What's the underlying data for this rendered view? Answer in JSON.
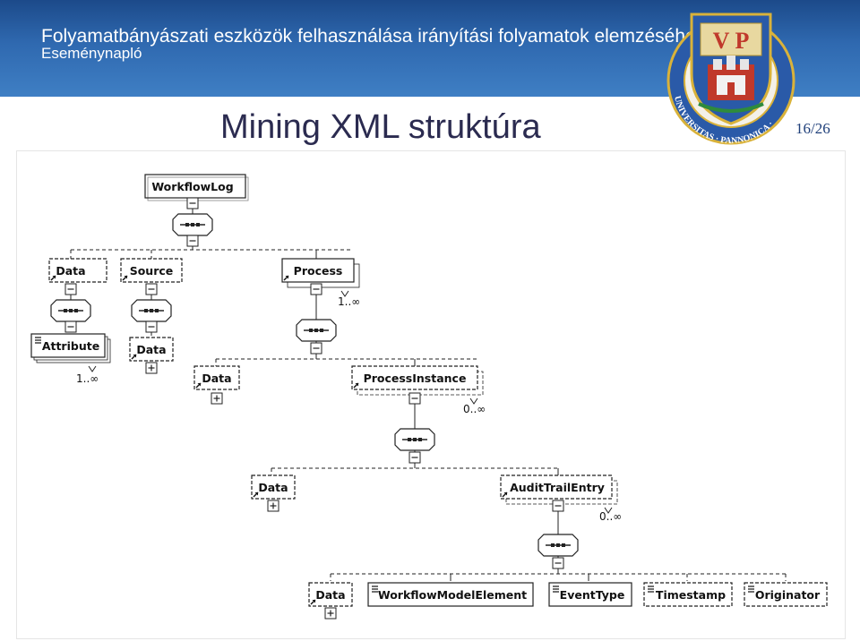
{
  "header": {
    "title": "Folyamatbányászati eszközök felhasználása irányítási folyamatok elemzéséhez",
    "subtitle": "Eseménynapló"
  },
  "slide": {
    "title": "Mining XML struktúra",
    "page": "16/26"
  },
  "crest": {
    "monogram": "V P",
    "motto": "UNIVERSITAS · PANNONICA ·",
    "colors": {
      "shield": "#2a5aa8",
      "gold": "#d9b23a",
      "red": "#c0392b"
    }
  },
  "diagram": {
    "nodes": {
      "workflow_log": "WorkflowLog",
      "data_1": "Data",
      "source": "Source",
      "process": "Process",
      "attribute": "Attribute",
      "data_2": "Data",
      "data_3": "Data",
      "process_instance": "ProcessInstance",
      "data_4": "Data",
      "audit_trail_entry": "AuditTrailEntry",
      "data_5": "Data",
      "workflow_model_element": "WorkflowModelElement",
      "event_type": "EventType",
      "timestamp": "Timestamp",
      "originator": "Originator"
    },
    "multiplicities": {
      "process": "1..∞",
      "attribute": "1..∞",
      "process_instance": "0..∞",
      "audit_trail_entry": "0..∞"
    }
  }
}
